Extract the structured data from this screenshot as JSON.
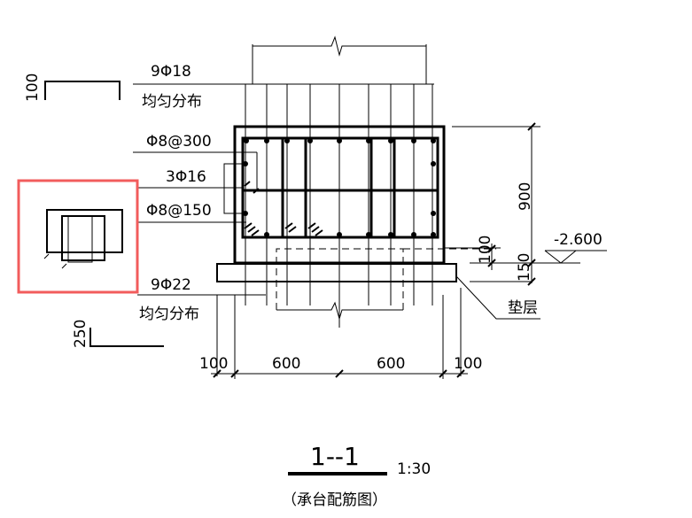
{
  "labels": {
    "top_rebar": "9Φ18",
    "top_rebar_note": "均匀分布",
    "stirrup_top": "Φ8@300",
    "side_rebar": "3Φ16",
    "stirrup_bottom": "Φ8@150",
    "bottom_rebar": "9Φ22",
    "bottom_rebar_note": "均匀分布",
    "hook_top": "100",
    "hook_bottom": "250",
    "dim_900": "900",
    "dim_100_v": "100",
    "dim_150": "150",
    "elevation": "-2.600",
    "cushion": "垫层"
  },
  "dims_bottom": [
    "100",
    "600",
    "600",
    "100"
  ],
  "title": {
    "section": "1--1",
    "scale": "1:30",
    "caption": "（承台配筋图）"
  },
  "highlight_color": "#f25c5c"
}
